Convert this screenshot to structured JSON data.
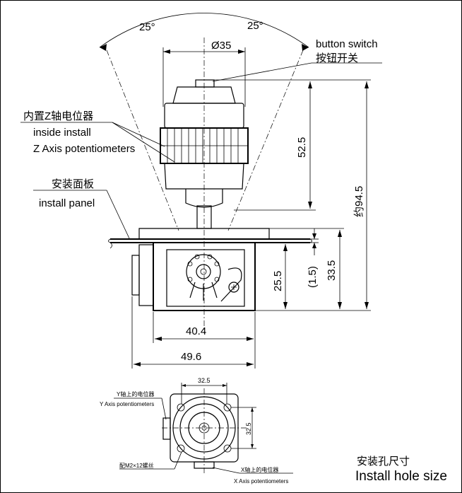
{
  "angles": {
    "left": "25°",
    "right": "25°"
  },
  "dimensions": {
    "diameter": "Ø35",
    "height_upper": "52.5",
    "height_total": "约94.5",
    "height_lower": "33.5",
    "gap": "(1.5)",
    "body_height": "25.5",
    "width_inner": "40.4",
    "width_outer": "49.6",
    "hole_width": "32.5",
    "hole_height": "32.5"
  },
  "labels": {
    "button_switch_en": "button switch",
    "button_switch_zh": "按钮开关",
    "z_axis_zh": "内置Z轴电位器",
    "z_axis_en1": "inside install",
    "z_axis_en2": "Z Axis potentiometers",
    "panel_zh": "安装面板",
    "panel_en": "install panel",
    "y_axis_zh": "Y轴上的电位器",
    "y_axis_en": "Y Axis potentiometers",
    "screw_zh": "配M2×12螺丝",
    "x_axis_zh": "X轴上的电位器",
    "x_axis_en": "X Axis potentiometers",
    "hole_size_zh": "安装孔尺寸",
    "hole_size_en": "Install hole size"
  }
}
